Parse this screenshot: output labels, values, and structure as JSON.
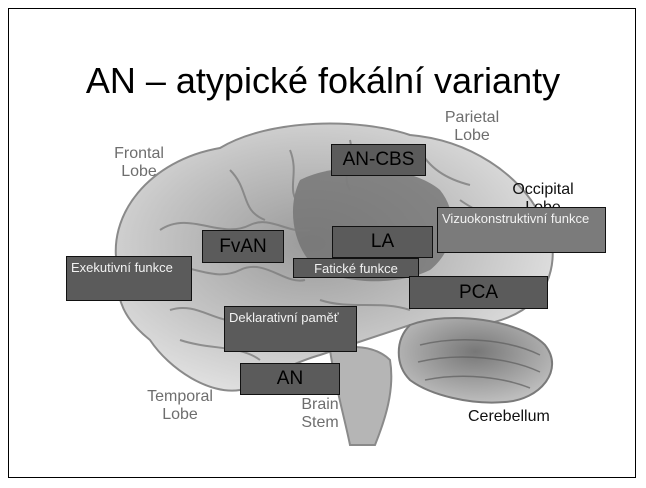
{
  "slide": {
    "title": "AN – atypické fokální varianty"
  },
  "brain_labels": {
    "frontal": "Frontal Lobe",
    "parietal": "Parietal Lobe",
    "occipital": "Occipital Lobe",
    "temporal": "Temporal Lobe",
    "brainstem": "Brain Stem",
    "cerebellum": "Cerebellum"
  },
  "boxes": {
    "an_cbs": "AN-CBS",
    "vizuo": "Vizuokonstruktivní funkce",
    "fvan": "FvAN",
    "la": "LA",
    "exekutivni": "Exekutivní funkce",
    "faticke": "Fatické funkce",
    "pca": "PCA",
    "deklarativni": "Deklarativní paměť",
    "an": "AN"
  },
  "colors": {
    "box_dark": "#5b5b5b",
    "box_mid": "#7b7b7b",
    "brain_fill": "#c8c8c8",
    "label_gray": "#6e6e6e"
  }
}
